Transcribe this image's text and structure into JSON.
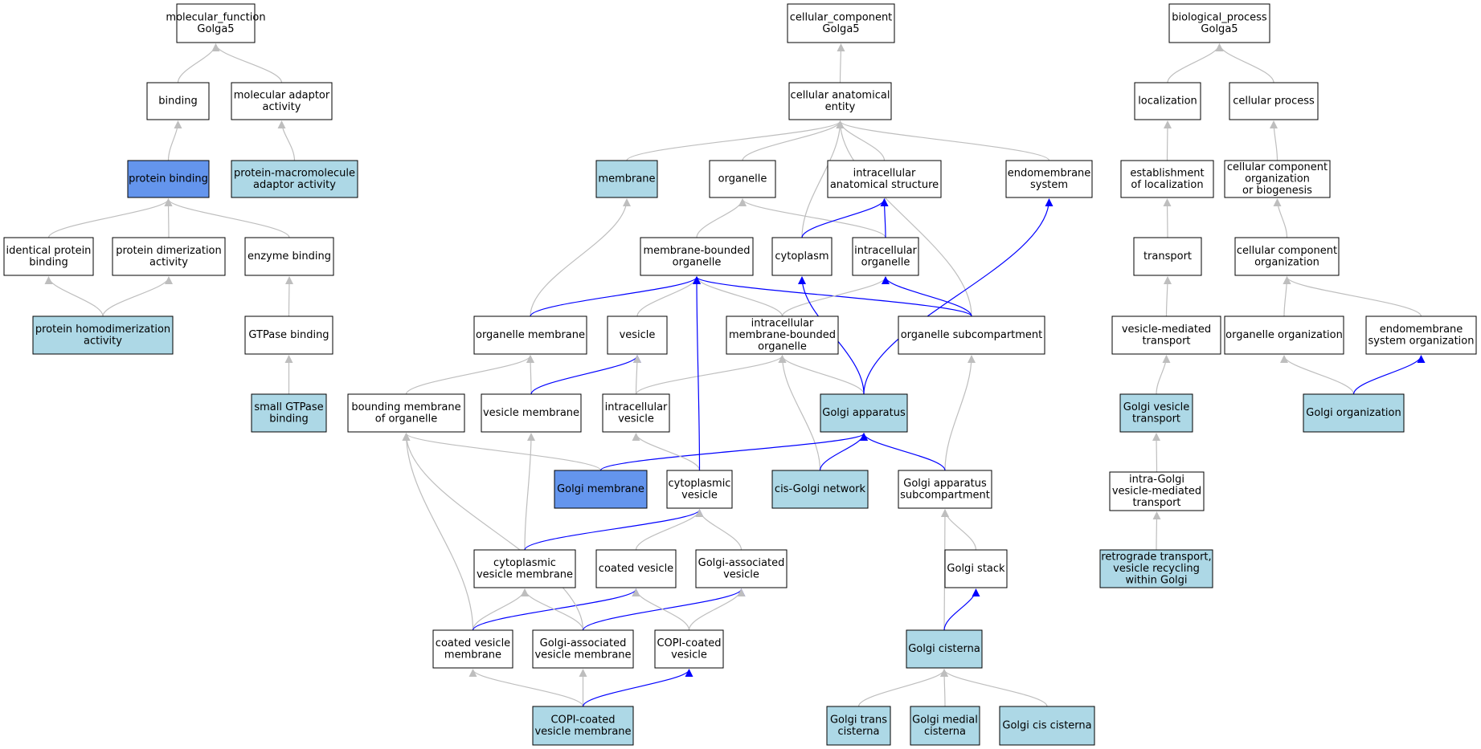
{
  "colors": {
    "plain": "#ffffff",
    "annotated": "#add8e6",
    "highlight": "#6495ed",
    "edge_default": "#bebebe",
    "edge_path": "#0000ff"
  },
  "nodes": [
    {
      "id": "mf_root",
      "lines": [
        "molecular_function",
        "Golga5"
      ],
      "type": "plain"
    },
    {
      "id": "binding",
      "lines": [
        "binding"
      ],
      "type": "plain"
    },
    {
      "id": "molecular_adaptor",
      "lines": [
        "molecular adaptor",
        "activity"
      ],
      "type": "plain"
    },
    {
      "id": "protein_binding",
      "lines": [
        "protein binding"
      ],
      "type": "highlight"
    },
    {
      "id": "prot_macro_adaptor",
      "lines": [
        "protein-macromolecule",
        "adaptor activity"
      ],
      "type": "annotated"
    },
    {
      "id": "identical_protein_binding",
      "lines": [
        "identical protein",
        "binding"
      ],
      "type": "plain"
    },
    {
      "id": "protein_dimerization",
      "lines": [
        "protein dimerization",
        "activity"
      ],
      "type": "plain"
    },
    {
      "id": "enzyme_binding",
      "lines": [
        "enzyme binding"
      ],
      "type": "plain"
    },
    {
      "id": "protein_homodimerization",
      "lines": [
        "protein homodimerization",
        "activity"
      ],
      "type": "annotated"
    },
    {
      "id": "gtpase_binding",
      "lines": [
        "GTPase binding"
      ],
      "type": "plain"
    },
    {
      "id": "small_gtpase_binding",
      "lines": [
        "small GTPase",
        "binding"
      ],
      "type": "annotated"
    },
    {
      "id": "cc_root",
      "lines": [
        "cellular_component",
        "Golga5"
      ],
      "type": "plain"
    },
    {
      "id": "cellular_anatomical_entity",
      "lines": [
        "cellular anatomical",
        "entity"
      ],
      "type": "plain"
    },
    {
      "id": "membrane",
      "lines": [
        "membrane"
      ],
      "type": "annotated"
    },
    {
      "id": "organelle",
      "lines": [
        "organelle"
      ],
      "type": "plain"
    },
    {
      "id": "intracellular_anatomical_structure",
      "lines": [
        "intracellular",
        "anatomical structure"
      ],
      "type": "plain"
    },
    {
      "id": "endomembrane_system",
      "lines": [
        "endomembrane",
        "system"
      ],
      "type": "plain"
    },
    {
      "id": "membrane_bounded_organelle",
      "lines": [
        "membrane-bounded",
        "organelle"
      ],
      "type": "plain"
    },
    {
      "id": "cytoplasm",
      "lines": [
        "cytoplasm"
      ],
      "type": "plain"
    },
    {
      "id": "intracellular_organelle",
      "lines": [
        "intracellular",
        "organelle"
      ],
      "type": "plain"
    },
    {
      "id": "organelle_membrane",
      "lines": [
        "organelle membrane"
      ],
      "type": "plain"
    },
    {
      "id": "vesicle",
      "lines": [
        "vesicle"
      ],
      "type": "plain"
    },
    {
      "id": "intracellular_mbo",
      "lines": [
        "intracellular",
        "membrane-bounded",
        "organelle"
      ],
      "type": "plain"
    },
    {
      "id": "organelle_subcompartment",
      "lines": [
        "organelle subcompartment"
      ],
      "type": "plain"
    },
    {
      "id": "bounding_membrane",
      "lines": [
        "bounding membrane",
        "of organelle"
      ],
      "type": "plain"
    },
    {
      "id": "vesicle_membrane",
      "lines": [
        "vesicle membrane"
      ],
      "type": "plain"
    },
    {
      "id": "intracellular_vesicle",
      "lines": [
        "intracellular",
        "vesicle"
      ],
      "type": "plain"
    },
    {
      "id": "golgi_apparatus",
      "lines": [
        "Golgi apparatus"
      ],
      "type": "annotated"
    },
    {
      "id": "golgi_membrane",
      "lines": [
        "Golgi membrane"
      ],
      "type": "highlight"
    },
    {
      "id": "cytoplasmic_vesicle",
      "lines": [
        "cytoplasmic",
        "vesicle"
      ],
      "type": "plain"
    },
    {
      "id": "cis_golgi_network",
      "lines": [
        "cis-Golgi network"
      ],
      "type": "annotated"
    },
    {
      "id": "golgi_apparatus_subcompartment",
      "lines": [
        "Golgi apparatus",
        "subcompartment"
      ],
      "type": "plain"
    },
    {
      "id": "cytoplasmic_vesicle_membrane",
      "lines": [
        "cytoplasmic",
        "vesicle membrane"
      ],
      "type": "plain"
    },
    {
      "id": "coated_vesicle",
      "lines": [
        "coated vesicle"
      ],
      "type": "plain"
    },
    {
      "id": "golgi_associated_vesicle",
      "lines": [
        "Golgi-associated",
        "vesicle"
      ],
      "type": "plain"
    },
    {
      "id": "golgi_stack",
      "lines": [
        "Golgi stack"
      ],
      "type": "plain"
    },
    {
      "id": "coated_vesicle_membrane",
      "lines": [
        "coated vesicle",
        "membrane"
      ],
      "type": "plain"
    },
    {
      "id": "golgi_associated_vesicle_membrane",
      "lines": [
        "Golgi-associated",
        "vesicle membrane"
      ],
      "type": "plain"
    },
    {
      "id": "copi_coated_vesicle",
      "lines": [
        "COPI-coated",
        "vesicle"
      ],
      "type": "plain"
    },
    {
      "id": "golgi_cisterna",
      "lines": [
        "Golgi cisterna"
      ],
      "type": "annotated"
    },
    {
      "id": "copi_coated_vesicle_membrane",
      "lines": [
        "COPI-coated",
        "vesicle membrane"
      ],
      "type": "annotated"
    },
    {
      "id": "golgi_trans_cisterna",
      "lines": [
        "Golgi trans",
        "cisterna"
      ],
      "type": "annotated"
    },
    {
      "id": "golgi_medial_cisterna",
      "lines": [
        "Golgi medial",
        "cisterna"
      ],
      "type": "annotated"
    },
    {
      "id": "golgi_cis_cisterna",
      "lines": [
        "Golgi cis cisterna"
      ],
      "type": "annotated"
    },
    {
      "id": "bp_root",
      "lines": [
        "biological_process",
        "Golga5"
      ],
      "type": "plain"
    },
    {
      "id": "localization",
      "lines": [
        "localization"
      ],
      "type": "plain"
    },
    {
      "id": "cellular_process",
      "lines": [
        "cellular process"
      ],
      "type": "plain"
    },
    {
      "id": "establishment_of_localization",
      "lines": [
        "establishment",
        "of localization"
      ],
      "type": "plain"
    },
    {
      "id": "ccob",
      "lines": [
        "cellular component",
        "organization",
        "or biogenesis"
      ],
      "type": "plain"
    },
    {
      "id": "transport",
      "lines": [
        "transport"
      ],
      "type": "plain"
    },
    {
      "id": "cellular_component_organization",
      "lines": [
        "cellular component",
        "organization"
      ],
      "type": "plain"
    },
    {
      "id": "vesicle_mediated_transport",
      "lines": [
        "vesicle-mediated",
        "transport"
      ],
      "type": "plain"
    },
    {
      "id": "organelle_organization",
      "lines": [
        "organelle organization"
      ],
      "type": "plain"
    },
    {
      "id": "endomembrane_system_organization",
      "lines": [
        "endomembrane",
        "system organization"
      ],
      "type": "plain"
    },
    {
      "id": "golgi_vesicle_transport",
      "lines": [
        "Golgi vesicle",
        "transport"
      ],
      "type": "annotated"
    },
    {
      "id": "golgi_organization",
      "lines": [
        "Golgi organization"
      ],
      "type": "annotated"
    },
    {
      "id": "intra_golgi_transport",
      "lines": [
        "intra-Golgi",
        "vesicle-mediated",
        "transport"
      ],
      "type": "plain"
    },
    {
      "id": "retrograde_transport",
      "lines": [
        "retrograde transport,",
        "vesicle recycling",
        "within Golgi"
      ],
      "type": "annotated"
    }
  ],
  "edges": [
    {
      "from": "binding",
      "to": "mf_root",
      "style": "default"
    },
    {
      "from": "molecular_adaptor",
      "to": "mf_root",
      "style": "default"
    },
    {
      "from": "protein_binding",
      "to": "binding",
      "style": "default"
    },
    {
      "from": "prot_macro_adaptor",
      "to": "molecular_adaptor",
      "style": "default"
    },
    {
      "from": "identical_protein_binding",
      "to": "protein_binding",
      "style": "default"
    },
    {
      "from": "protein_dimerization",
      "to": "protein_binding",
      "style": "default"
    },
    {
      "from": "enzyme_binding",
      "to": "protein_binding",
      "style": "default"
    },
    {
      "from": "protein_homodimerization",
      "to": "identical_protein_binding",
      "style": "default"
    },
    {
      "from": "protein_homodimerization",
      "to": "protein_dimerization",
      "style": "default"
    },
    {
      "from": "gtpase_binding",
      "to": "enzyme_binding",
      "style": "default"
    },
    {
      "from": "small_gtpase_binding",
      "to": "gtpase_binding",
      "style": "default"
    },
    {
      "from": "cellular_anatomical_entity",
      "to": "cc_root",
      "style": "default"
    },
    {
      "from": "membrane",
      "to": "cellular_anatomical_entity",
      "style": "default"
    },
    {
      "from": "organelle",
      "to": "cellular_anatomical_entity",
      "style": "default"
    },
    {
      "from": "intracellular_anatomical_structure",
      "to": "cellular_anatomical_entity",
      "style": "default"
    },
    {
      "from": "endomembrane_system",
      "to": "cellular_anatomical_entity",
      "style": "default"
    },
    {
      "from": "cytoplasm",
      "to": "cellular_anatomical_entity",
      "style": "default"
    },
    {
      "from": "organelle_subcompartment",
      "to": "cellular_anatomical_entity",
      "style": "default"
    },
    {
      "from": "membrane_bounded_organelle",
      "to": "organelle",
      "style": "default"
    },
    {
      "from": "intracellular_organelle",
      "to": "organelle",
      "style": "default"
    },
    {
      "from": "cytoplasm",
      "to": "intracellular_anatomical_structure",
      "style": "path"
    },
    {
      "from": "intracellular_organelle",
      "to": "intracellular_anatomical_structure",
      "style": "path"
    },
    {
      "from": "organelle_membrane",
      "to": "membrane",
      "style": "default"
    },
    {
      "from": "organelle_membrane",
      "to": "membrane_bounded_organelle",
      "style": "path"
    },
    {
      "from": "vesicle",
      "to": "membrane_bounded_organelle",
      "style": "default"
    },
    {
      "from": "intracellular_mbo",
      "to": "membrane_bounded_organelle",
      "style": "default"
    },
    {
      "from": "organelle_subcompartment",
      "to": "membrane_bounded_organelle",
      "style": "path"
    },
    {
      "from": "intracellular_mbo",
      "to": "intracellular_organelle",
      "style": "default"
    },
    {
      "from": "organelle_subcompartment",
      "to": "intracellular_organelle",
      "style": "path"
    },
    {
      "from": "bounding_membrane",
      "to": "organelle_membrane",
      "style": "default"
    },
    {
      "from": "vesicle_membrane",
      "to": "organelle_membrane",
      "style": "default"
    },
    {
      "from": "vesicle_membrane",
      "to": "vesicle",
      "style": "path"
    },
    {
      "from": "intracellular_vesicle",
      "to": "vesicle",
      "style": "default"
    },
    {
      "from": "intracellular_vesicle",
      "to": "intracellular_mbo",
      "style": "default"
    },
    {
      "from": "golgi_apparatus",
      "to": "intracellular_mbo",
      "style": "default"
    },
    {
      "from": "cis_golgi_network",
      "to": "intracellular_mbo",
      "style": "default"
    },
    {
      "from": "golgi_apparatus",
      "to": "cytoplasm",
      "style": "path"
    },
    {
      "from": "golgi_apparatus",
      "to": "endomembrane_system",
      "style": "path"
    },
    {
      "from": "golgi_apparatus_subcompartment",
      "to": "organelle_subcompartment",
      "style": "default"
    },
    {
      "from": "golgi_membrane",
      "to": "bounding_membrane",
      "style": "default"
    },
    {
      "from": "golgi_membrane",
      "to": "golgi_apparatus",
      "style": "path"
    },
    {
      "from": "cis_golgi_network",
      "to": "golgi_apparatus",
      "style": "path"
    },
    {
      "from": "golgi_apparatus_subcompartment",
      "to": "golgi_apparatus",
      "style": "path"
    },
    {
      "from": "cytoplasmic_vesicle",
      "to": "intracellular_vesicle",
      "style": "default"
    },
    {
      "from": "cytoplasmic_vesicle",
      "to": "membrane_bounded_organelle",
      "style": "path"
    },
    {
      "from": "cytoplasmic_vesicle_membrane",
      "to": "vesicle_membrane",
      "style": "default"
    },
    {
      "from": "cytoplasmic_vesicle_membrane",
      "to": "cytoplasmic_vesicle",
      "style": "path"
    },
    {
      "from": "coated_vesicle",
      "to": "cytoplasmic_vesicle",
      "style": "default"
    },
    {
      "from": "golgi_associated_vesicle",
      "to": "cytoplasmic_vesicle",
      "style": "default"
    },
    {
      "from": "golgi_stack",
      "to": "golgi_apparatus_subcompartment",
      "style": "default"
    },
    {
      "from": "golgi_cisterna",
      "to": "golgi_apparatus_subcompartment",
      "style": "default"
    },
    {
      "from": "golgi_cisterna",
      "to": "golgi_stack",
      "style": "path"
    },
    {
      "from": "coated_vesicle_membrane",
      "to": "bounding_membrane",
      "style": "default"
    },
    {
      "from": "coated_vesicle_membrane",
      "to": "cytoplasmic_vesicle_membrane",
      "style": "default"
    },
    {
      "from": "coated_vesicle_membrane",
      "to": "coated_vesicle",
      "style": "path"
    },
    {
      "from": "golgi_associated_vesicle_membrane",
      "to": "bounding_membrane",
      "style": "default"
    },
    {
      "from": "golgi_associated_vesicle_membrane",
      "to": "cytoplasmic_vesicle_membrane",
      "style": "default"
    },
    {
      "from": "golgi_associated_vesicle_membrane",
      "to": "golgi_associated_vesicle",
      "style": "path"
    },
    {
      "from": "copi_coated_vesicle",
      "to": "coated_vesicle",
      "style": "default"
    },
    {
      "from": "copi_coated_vesicle",
      "to": "golgi_associated_vesicle",
      "style": "default"
    },
    {
      "from": "copi_coated_vesicle_membrane",
      "to": "coated_vesicle_membrane",
      "style": "default"
    },
    {
      "from": "copi_coated_vesicle_membrane",
      "to": "golgi_associated_vesicle_membrane",
      "style": "default"
    },
    {
      "from": "copi_coated_vesicle_membrane",
      "to": "copi_coated_vesicle",
      "style": "path"
    },
    {
      "from": "golgi_trans_cisterna",
      "to": "golgi_cisterna",
      "style": "default"
    },
    {
      "from": "golgi_medial_cisterna",
      "to": "golgi_cisterna",
      "style": "default"
    },
    {
      "from": "golgi_cis_cisterna",
      "to": "golgi_cisterna",
      "style": "default"
    },
    {
      "from": "localization",
      "to": "bp_root",
      "style": "default"
    },
    {
      "from": "cellular_process",
      "to": "bp_root",
      "style": "default"
    },
    {
      "from": "establishment_of_localization",
      "to": "localization",
      "style": "default"
    },
    {
      "from": "ccob",
      "to": "cellular_process",
      "style": "default"
    },
    {
      "from": "transport",
      "to": "establishment_of_localization",
      "style": "default"
    },
    {
      "from": "cellular_component_organization",
      "to": "ccob",
      "style": "default"
    },
    {
      "from": "vesicle_mediated_transport",
      "to": "transport",
      "style": "default"
    },
    {
      "from": "organelle_organization",
      "to": "cellular_component_organization",
      "style": "default"
    },
    {
      "from": "endomembrane_system_organization",
      "to": "cellular_component_organization",
      "style": "default"
    },
    {
      "from": "golgi_vesicle_transport",
      "to": "vesicle_mediated_transport",
      "style": "default"
    },
    {
      "from": "golgi_organization",
      "to": "organelle_organization",
      "style": "default"
    },
    {
      "from": "golgi_organization",
      "to": "endomembrane_system_organization",
      "style": "path"
    },
    {
      "from": "intra_golgi_transport",
      "to": "golgi_vesicle_transport",
      "style": "default"
    },
    {
      "from": "retrograde_transport",
      "to": "intra_golgi_transport",
      "style": "default"
    }
  ]
}
